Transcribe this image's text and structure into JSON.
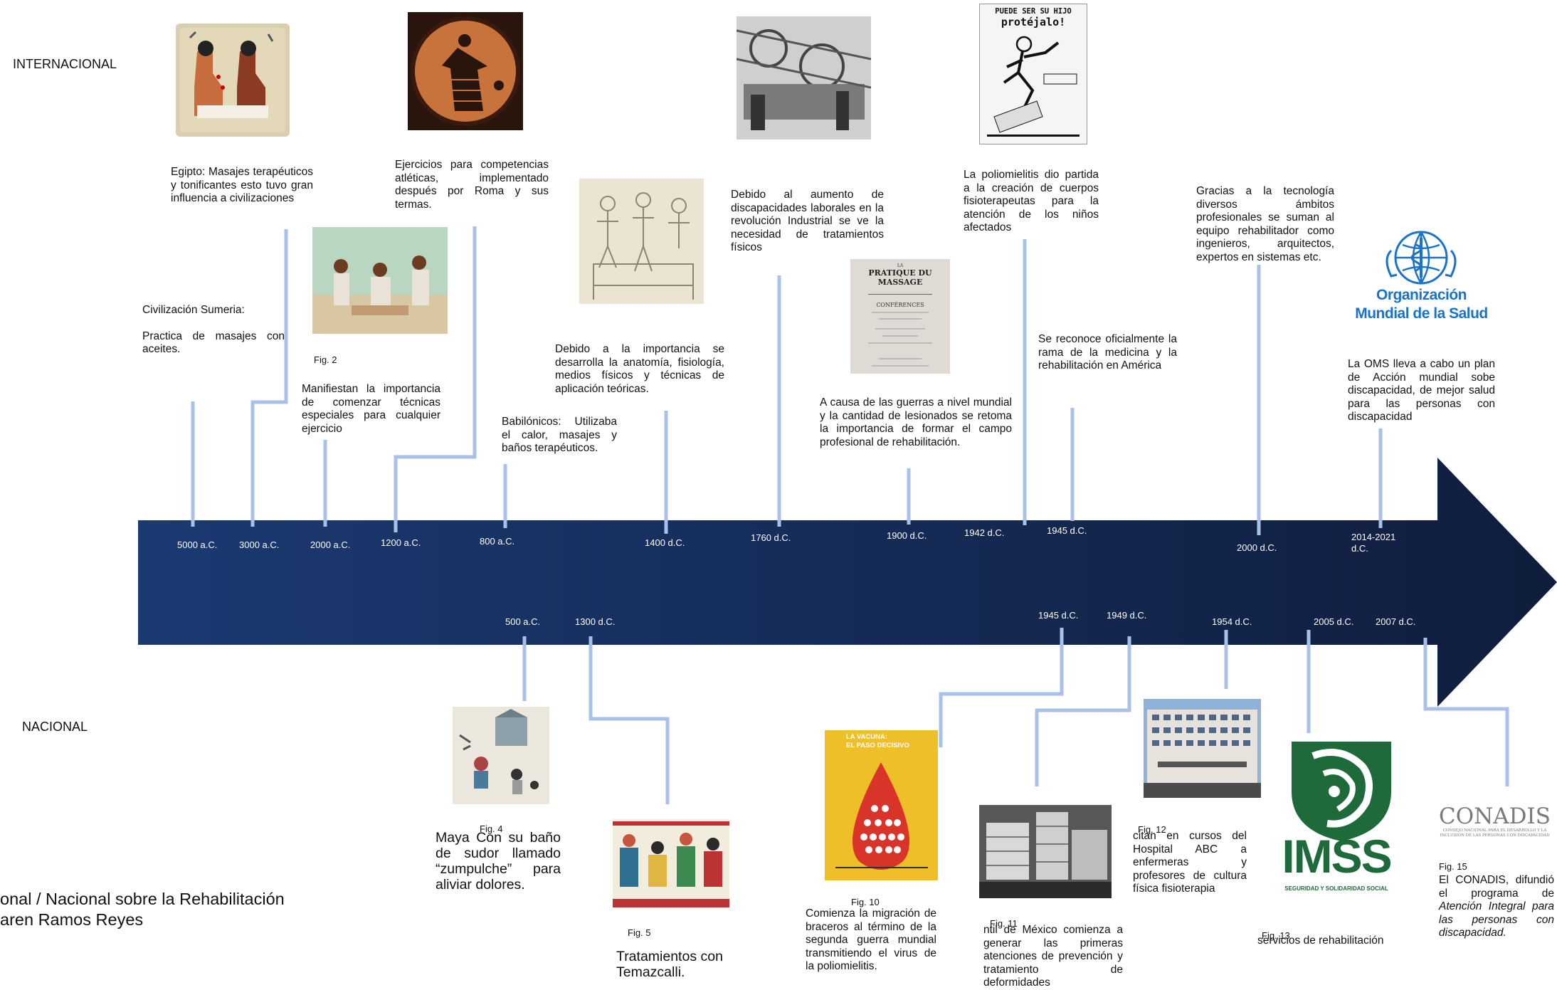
{
  "sections": {
    "international": "INTERNACIONAL",
    "national": "NACIONAL"
  },
  "footer": {
    "line1": "onal / Nacional sobre la Rehabilitación",
    "line2": "aren Ramos Reyes"
  },
  "colors": {
    "arrow_start": "#1b3a72",
    "arrow_end": "#101d3d",
    "connector": "#a9c1e8"
  },
  "dates_top": [
    "5000 a.C.",
    "3000 a.C.",
    "2000 a.C.",
    "1200 a.C.",
    "800 a.C.",
    "1400 d.C.",
    "1760 d.C.",
    "1900 d.C.",
    "1942 d.C.",
    "1945 d.C.",
    "2000 d.C.",
    "2014-2021 d.C."
  ],
  "dates_bottom": [
    "500 a.C.",
    "1300 d.C.",
    "1945 d.C.",
    "1949 d.C.",
    "1954 d.C.",
    "2005 d.C.",
    "2007 d.C."
  ],
  "texts": {
    "sumeria_title": "Civilización Sumeria:",
    "sumeria_body": "Practica de masajes con aceites.",
    "egipto": "Egipto: Masajes terapéuticos y tonificantes esto tuvo gran influencia a civilizaciones",
    "comenzar": "Manifiestan la importancia de comenzar técnicas especiales para cualquier ejercicio",
    "grecia": "Ejercicios para competencias atléticas, implementado después por Roma y sus termas.",
    "babilonicos": "Babilónicos: Utilizaba el calor, masajes y baños terapéuticos.",
    "anatomia": "Debido a la importancia se desarrolla la anatomía, fisiología, medios físicos y técnicas de aplicación teóricas.",
    "industrial": "Debido al aumento de discapacidades laborales en la revolución Industrial se ve la necesidad de tratamientos físicos",
    "guerras": "A causa de las guerras a nivel mundial y la cantidad de lesionados se retoma la importancia de formar el campo profesional de rehabilitación.",
    "poliomielitis": "La poliomielitis dio partida a la creación de cuerpos fisioterapeutas para la atención de los niños afectados",
    "america": "Se reconoce oficialmente la rama de la medicina y la rehabilitación en América",
    "tecnologia": "Gracias a la tecnología diversos ámbitos profesionales se suman al equipo rehabilitador como ingenieros, arquitectos, expertos en sistemas etc.",
    "oms": "La OMS lleva a cabo un plan de Acción mundial sobe discapacidad, de mejor salud para las personas con discapacidad",
    "maya": "Maya Con su baño de sudor llamado “zumpulche” para aliviar dolores.",
    "temazcalli": "Tratamientos con Temazcalli.",
    "migracion": "Comienza la migración de braceros al término de la segunda guerra mundial transmitiendo el virus de la poliomielitis.",
    "mexico": "ntil de México comienza a generar las primeras atenciones de prevención y tratamiento de deformidades",
    "hospital": "citan en cursos del Hospital ABC a enfermeras y profesores de cultura física fisioterapia",
    "imss_text": "servicios de rehabilitación",
    "conadis_text_a": "El CONADIS, difundió el programa de",
    "conadis_text_b": "Atención Integral para las personas con discapacidad."
  },
  "figures": [
    "Fig. 2",
    "Fig. 4",
    "Fig. 5",
    "Fig. 10",
    "Fig. 11",
    "Fig. 12",
    "Fig. 13",
    "Fig. 15"
  ],
  "images": {
    "poster_top": [
      "PUEDE SER SU HIJO",
      "protéjalo!"
    ],
    "massage_book": [
      "PRATIQUE DU MASSAGE",
      "CONFÉRENCES"
    ],
    "oms_logo": [
      "Organización",
      "Mundial de la Salud"
    ],
    "vacuna_poster": [
      "LA VACUNA:",
      "EL PASO DECISIVO"
    ],
    "imss_logo": [
      "IMSS",
      "SEGURIDAD Y SOLIDARIDAD SOCIAL"
    ],
    "conadis_logo": [
      "CONADIS",
      "CONSEJO NACIONAL PARA EL DESARROLLO Y LA INCLUSIÓN DE LAS PERSONAS CON DISCAPACIDAD"
    ]
  }
}
